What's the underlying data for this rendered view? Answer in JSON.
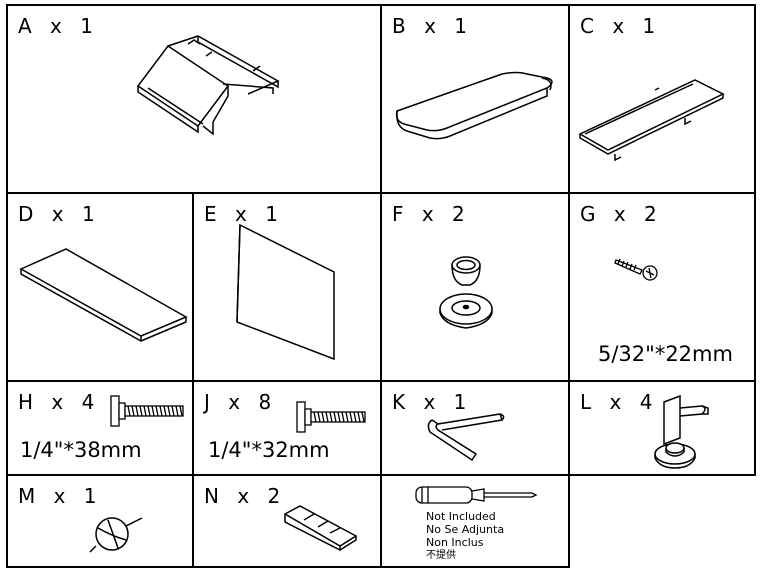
{
  "parts": [
    {
      "id": "A",
      "label": "A x 1"
    },
    {
      "id": "B",
      "label": "B x 1"
    },
    {
      "id": "C",
      "label": "C x 1"
    },
    {
      "id": "D",
      "label": "D x 1"
    },
    {
      "id": "E",
      "label": "E x 1"
    },
    {
      "id": "F",
      "label": "F x 2"
    },
    {
      "id": "G",
      "label": "G x 2",
      "spec": "5/32\"*22mm"
    },
    {
      "id": "H",
      "label": "H x 4",
      "spec": "1/4\"*38mm"
    },
    {
      "id": "J",
      "label": "J x 8",
      "spec": "1/4\"*32mm"
    },
    {
      "id": "K",
      "label": "K x 1"
    },
    {
      "id": "L",
      "label": "L x 4"
    },
    {
      "id": "M",
      "label": "M x 1"
    },
    {
      "id": "N",
      "label": "N x 2"
    }
  ],
  "not_included": {
    "lines": [
      "Not Included",
      "No Se Adjunta",
      "Non Inclus",
      "不提供"
    ]
  }
}
